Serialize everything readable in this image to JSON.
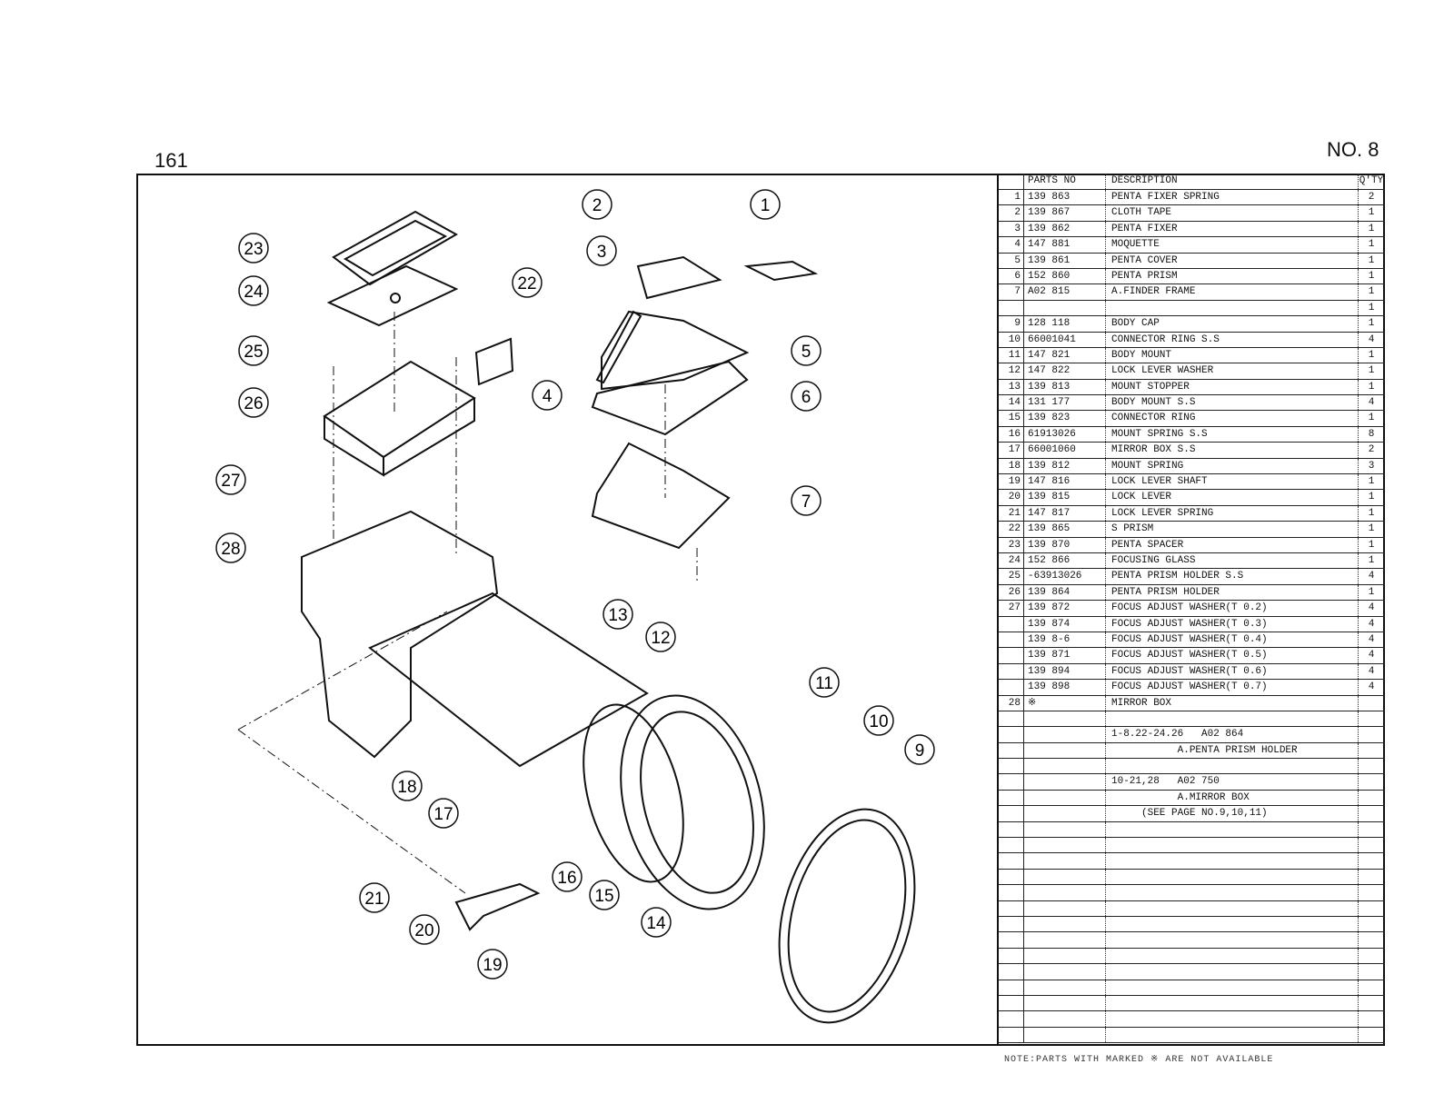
{
  "page_number": "161",
  "sheet": "NO. 8",
  "table": {
    "headers": {
      "item": "",
      "part_no": "PARTS NO",
      "description": "DESCRIPTION",
      "qty": "Q'TY"
    },
    "rows": [
      {
        "item": "1",
        "part_no": "139 863",
        "description": "PENTA FIXER SPRING",
        "qty": "2"
      },
      {
        "item": "2",
        "part_no": "139 867",
        "description": "CLOTH TAPE",
        "qty": "1"
      },
      {
        "item": "3",
        "part_no": "139 862",
        "description": "PENTA FIXER",
        "qty": "1"
      },
      {
        "item": "4",
        "part_no": "147 881",
        "description": "MOQUETTE",
        "qty": "1"
      },
      {
        "item": "5",
        "part_no": "139 861",
        "description": "PENTA COVER",
        "qty": "1"
      },
      {
        "item": "6",
        "part_no": "152 860",
        "description": "PENTA PRISM",
        "qty": "1"
      },
      {
        "item": "7",
        "part_no": "A02 815",
        "description": "A.FINDER FRAME",
        "qty": "1"
      },
      {
        "item": "",
        "part_no": "",
        "description": "",
        "qty": "1"
      },
      {
        "item": "9",
        "part_no": "128 118",
        "description": "BODY CAP",
        "qty": "1"
      },
      {
        "item": "10",
        "part_no": "66001041",
        "description": "CONNECTOR RING S.S",
        "qty": "4"
      },
      {
        "item": "11",
        "part_no": "147 821",
        "description": "BODY MOUNT",
        "qty": "1"
      },
      {
        "item": "12",
        "part_no": "147 822",
        "description": "LOCK LEVER WASHER",
        "qty": "1"
      },
      {
        "item": "13",
        "part_no": "139 813",
        "description": "MOUNT STOPPER",
        "qty": "1"
      },
      {
        "item": "14",
        "part_no": "131 177",
        "description": "BODY MOUNT S.S",
        "qty": "4"
      },
      {
        "item": "15",
        "part_no": "139 823",
        "description": "CONNECTOR RING",
        "qty": "1"
      },
      {
        "item": "16",
        "part_no": "61913026",
        "description": "MOUNT SPRING S.S",
        "qty": "8"
      },
      {
        "item": "17",
        "part_no": "66001060",
        "description": "MIRROR BOX S.S",
        "qty": "2"
      },
      {
        "item": "18",
        "part_no": "139 812",
        "description": "MOUNT SPRING",
        "qty": "3"
      },
      {
        "item": "19",
        "part_no": "147 816",
        "description": "LOCK LEVER SHAFT",
        "qty": "1"
      },
      {
        "item": "20",
        "part_no": "139 815",
        "description": "LOCK LEVER",
        "qty": "1"
      },
      {
        "item": "21",
        "part_no": "147 817",
        "description": "LOCK LEVER SPRING",
        "qty": "1"
      },
      {
        "item": "22",
        "part_no": "139 865",
        "description": "S PRISM",
        "qty": "1"
      },
      {
        "item": "23",
        "part_no": "139 870",
        "description": "PENTA SPACER",
        "qty": "1"
      },
      {
        "item": "24",
        "part_no": "152 866",
        "description": "FOCUSING GLASS",
        "qty": "1"
      },
      {
        "item": "25",
        "part_no": "-63913026",
        "description": "PENTA PRISM HOLDER S.S",
        "qty": "4"
      },
      {
        "item": "26",
        "part_no": "139 864",
        "description": "PENTA PRISM HOLDER",
        "qty": "1"
      },
      {
        "item": "27",
        "part_no": "139 872",
        "description": "FOCUS ADJUST WASHER(T 0.2)",
        "qty": "4"
      },
      {
        "item": "",
        "part_no": "139 874",
        "description": "FOCUS ADJUST WASHER(T 0.3)",
        "qty": "4"
      },
      {
        "item": "",
        "part_no": "139 8-6",
        "description": "FOCUS ADJUST WASHER(T 0.4)",
        "qty": "4"
      },
      {
        "item": "",
        "part_no": "139 871",
        "description": "FOCUS ADJUST WASHER(T 0.5)",
        "qty": "4"
      },
      {
        "item": "",
        "part_no": "139 894",
        "description": "FOCUS ADJUST WASHER(T 0.6)",
        "qty": "4"
      },
      {
        "item": "",
        "part_no": "139 898",
        "description": "FOCUS ADJUST WASHER(T 0.7)",
        "qty": "4"
      },
      {
        "item": "28",
        "part_no": "※",
        "description": "MIRROR BOX",
        "qty": ""
      },
      {
        "item": "",
        "part_no": "",
        "description": "",
        "qty": ""
      },
      {
        "item": "",
        "part_no": "",
        "description": "1-8.22-24.26   A02 864",
        "qty": ""
      },
      {
        "item": "",
        "part_no": "",
        "description": "           A.PENTA PRISM HOLDER",
        "qty": ""
      },
      {
        "item": "",
        "part_no": "",
        "description": "",
        "qty": ""
      },
      {
        "item": "",
        "part_no": "",
        "description": "10-21,28   A02 750",
        "qty": ""
      },
      {
        "item": "",
        "part_no": "",
        "description": "           A.MIRROR BOX",
        "qty": ""
      },
      {
        "item": "",
        "part_no": "",
        "description": "     (SEE PAGE NO.9,10,11)",
        "qty": ""
      },
      {
        "item": "",
        "part_no": "",
        "description": "",
        "qty": ""
      },
      {
        "item": "",
        "part_no": "",
        "description": "",
        "qty": ""
      },
      {
        "item": "",
        "part_no": "",
        "description": "",
        "qty": ""
      },
      {
        "item": "",
        "part_no": "",
        "description": "",
        "qty": ""
      },
      {
        "item": "",
        "part_no": "",
        "description": "",
        "qty": ""
      },
      {
        "item": "",
        "part_no": "",
        "description": "",
        "qty": ""
      },
      {
        "item": "",
        "part_no": "",
        "description": "",
        "qty": ""
      },
      {
        "item": "",
        "part_no": "",
        "description": "",
        "qty": ""
      },
      {
        "item": "",
        "part_no": "",
        "description": "",
        "qty": ""
      },
      {
        "item": "",
        "part_no": "",
        "description": "",
        "qty": ""
      },
      {
        "item": "",
        "part_no": "",
        "description": "",
        "qty": ""
      },
      {
        "item": "",
        "part_no": "",
        "description": "",
        "qty": ""
      },
      {
        "item": "",
        "part_no": "",
        "description": "",
        "qty": ""
      },
      {
        "item": "",
        "part_no": "",
        "description": "",
        "qty": ""
      }
    ]
  },
  "callouts": [
    "1",
    "2",
    "3",
    "4",
    "5",
    "6",
    "7",
    "9",
    "10",
    "11",
    "12",
    "13",
    "14",
    "15",
    "16",
    "17",
    "18",
    "19",
    "20",
    "21",
    "22",
    "23",
    "24",
    "25",
    "26",
    "27",
    "28"
  ],
  "note": "NOTE:PARTS WITH MARKED ※ ARE NOT AVAILABLE"
}
